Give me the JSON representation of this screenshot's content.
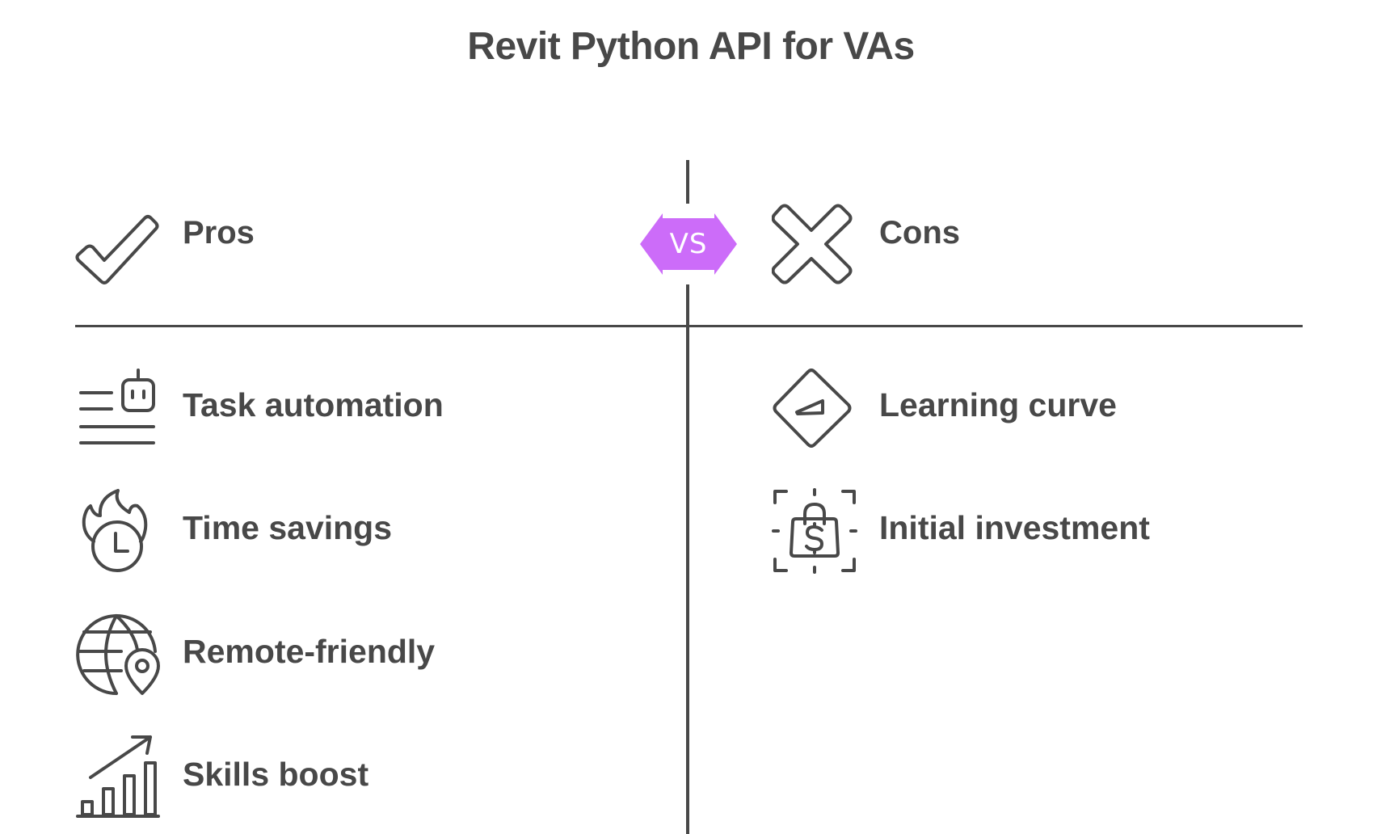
{
  "title": "Revit Python API for VAs",
  "badge": {
    "label": "VS",
    "color": "#cc6cf9"
  },
  "pros": {
    "heading": "Pros",
    "heading_icon": "checkmark-icon",
    "items": [
      {
        "label": "Task automation",
        "icon": "robot-list-icon"
      },
      {
        "label": "Time savings",
        "icon": "burning-clock-icon"
      },
      {
        "label": "Remote-friendly",
        "icon": "globe-location-icon"
      },
      {
        "label": "Skills boost",
        "icon": "growth-chart-icon"
      }
    ]
  },
  "cons": {
    "heading": "Cons",
    "heading_icon": "cross-icon",
    "items": [
      {
        "label": "Learning curve",
        "icon": "diamond-incline-icon"
      },
      {
        "label": "Initial investment",
        "icon": "shopping-bag-dollar-icon"
      }
    ]
  },
  "colors": {
    "text": "#484848",
    "line": "#484848",
    "accent": "#cc6cf9",
    "background": "#ffffff"
  }
}
